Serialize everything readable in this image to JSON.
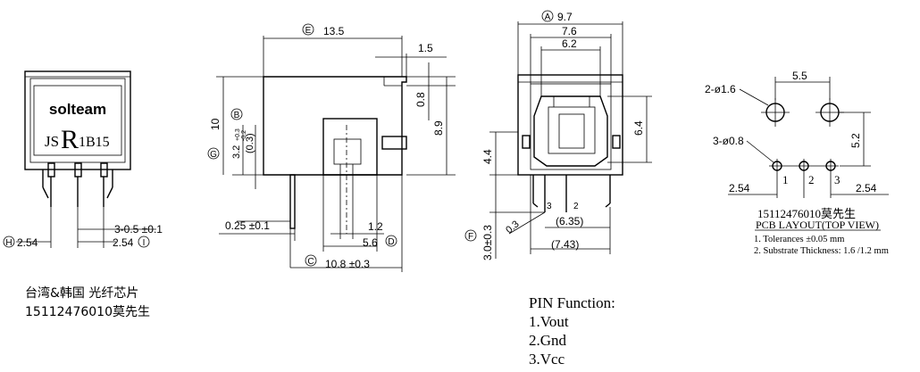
{
  "front_view": {
    "brand": "solteam",
    "part_number_prefix": "JS",
    "part_number_big": "R",
    "part_number_suffix": "1B15",
    "dim_h": "2.54",
    "dim_h_circle": "H",
    "dim_pins": "3-0.5 ±0.1",
    "dim_i": "2.54",
    "dim_i_circle": "I"
  },
  "side_view": {
    "dim_e": "13.5",
    "dim_e_circle": "E",
    "dim_top_right": "1.5",
    "dim_height": "10",
    "dim_b_circle": "B",
    "dim_g_circle": "G",
    "dim_pin_h": "3.2",
    "dim_pin_tol_plus": "+0.3",
    "dim_pin_tol_minus": "-0.2",
    "dim_pin_ref": "(0.3)",
    "dim_08": "0.8",
    "dim_89": "8.9",
    "dim_025": "0.25 ±0.1",
    "dim_12": "1.2",
    "dim_56": "5.6",
    "dim_d_circle": "D",
    "dim_c_circle": "C",
    "dim_108": "10.8 ±0.3"
  },
  "back_view": {
    "dim_a_circle": "A",
    "dim_97": "9.7",
    "dim_76": "7.6",
    "dim_62": "6.2",
    "dim_64": "6.4",
    "dim_44": "4.4",
    "dim_f_circle": "F",
    "dim_30": "3.0±0.3",
    "dim_03": "0.3",
    "dim_635": "(6.35)",
    "dim_743": "(7.43)",
    "pin3": "3",
    "pin2": "2"
  },
  "pcb": {
    "dim_55": "5.5",
    "label_big_holes": "2-ø1.6",
    "label_small_holes": "3-ø0.8",
    "dim_52": "5.2",
    "dim_254_left": "2.54",
    "dim_254_right": "2.54",
    "pin1": "1",
    "pin2": "2",
    "pin3": "3",
    "contact": "15112476010莫先生",
    "title": "PCB LAYOUT(TOP VIEW)",
    "note1": "1. Tolerances ±0.05 mm",
    "note2": "2. Substrate Thickness: 1.6 /1.2 mm"
  },
  "bottom_left": {
    "line1": "台湾&韩国  光纤芯片",
    "line2": "15112476010莫先生"
  },
  "pin_function": {
    "title": "PIN Function:",
    "items": [
      "1.Vout",
      "2.Gnd",
      "3.Vcc"
    ]
  }
}
